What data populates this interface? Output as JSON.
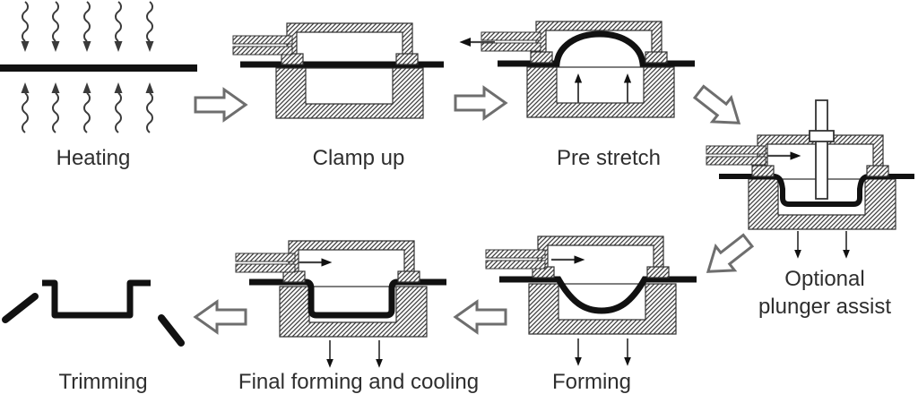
{
  "figure": {
    "type": "process-diagram",
    "subject": "thermoforming process steps",
    "colors": {
      "background": "#ffffff",
      "sheet_line": "#111111",
      "hatch": "#3f3f3f",
      "flow_arrow_outline": "#6e6e6e",
      "small_arrow": "#111111",
      "text": "#2e2e2e"
    },
    "icons": {
      "flow_arrow": "hollow-block-arrow",
      "heat_waves": "wavy-radiation-arrows",
      "air_flow": "thin-line-arrow",
      "vacuum_arrows": "thin-down-arrows"
    }
  },
  "stages": [
    {
      "id": "heating",
      "label": "Heating"
    },
    {
      "id": "clamp-up",
      "label": "Clamp up"
    },
    {
      "id": "pre-stretch",
      "label": "Pre stretch"
    },
    {
      "id": "optional-plunger-assist",
      "label": "Optional plunger assist",
      "label_lines": [
        "Optional",
        "plunger assist"
      ]
    },
    {
      "id": "forming",
      "label": "Forming"
    },
    {
      "id": "final-forming-cooling",
      "label": "Final forming and cooling"
    },
    {
      "id": "trimming",
      "label": "Trimming"
    }
  ]
}
